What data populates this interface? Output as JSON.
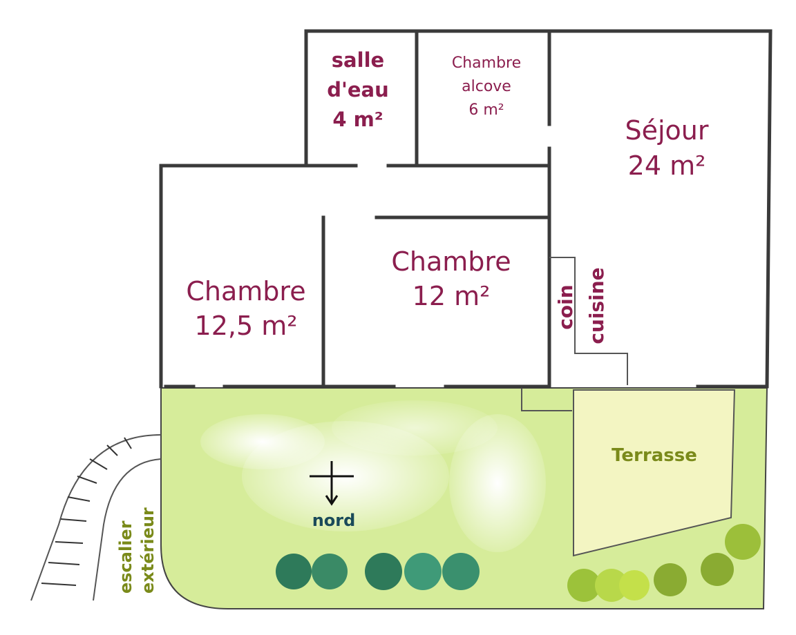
{
  "plan": {
    "rooms": {
      "salle_deau": [
        "salle",
        "d'eau",
        "4 m²"
      ],
      "chambre_alcove": [
        "Chambre",
        "alcove",
        "6 m²"
      ],
      "sejour": [
        "Séjour",
        "24 m²"
      ],
      "chambre_12_5": [
        "Chambre",
        "12,5 m²"
      ],
      "chambre_12": [
        "Chambre",
        "12 m²"
      ],
      "coin_cuisine": [
        "coin",
        "cuisine"
      ]
    },
    "terrasse": "Terrasse",
    "escalier": [
      "escalier",
      "extérieur"
    ],
    "nord": "nord"
  },
  "colors": {
    "room_text": "#8b1e4e",
    "garden": "#d6ec9a",
    "terrasse_fill": "#f3f5c2",
    "terrasse_text": "#7a8a1a",
    "nord_text": "#1a4a5a",
    "trees_dark": "#2e7a5a",
    "trees_light": "#9cc23a"
  }
}
